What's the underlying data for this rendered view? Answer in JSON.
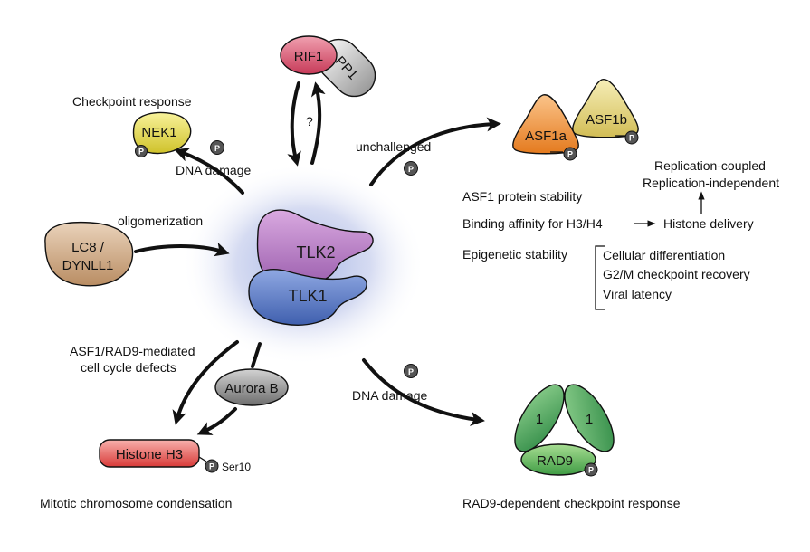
{
  "proteins": {
    "tlk2": "TLK2",
    "tlk1": "TLK1",
    "rif1": "RIF1",
    "pp1": "PP1",
    "nek1": "NEK1",
    "lc8_line1": "LC8 /",
    "lc8_line2": "DYNLL1",
    "asf1a": "ASF1a",
    "asf1b": "ASF1b",
    "aurora_b": "Aurora B",
    "histone_h3": "Histone H3",
    "rad9": "RAD9",
    "rad9_sub_left": "1",
    "rad9_sub_right": "1"
  },
  "phospho_label": "P",
  "labels": {
    "checkpoint_response": "Checkpoint response",
    "dna_damage_nek1": "DNA damage",
    "question": "?",
    "unchallenged": "unchallenged",
    "oligomerization": "oligomerization",
    "asf1_stability": "ASF1 protein stability",
    "binding_affinity": "Binding affinity for H3/H4",
    "histone_delivery": "Histone delivery",
    "replication_coupled": "Replication-coupled",
    "replication_independent": "Replication-independent",
    "epigenetic_stability": "Epigenetic stability",
    "cellular_differentiation": "Cellular differentiation",
    "g2m_recovery": "G2/M checkpoint recovery",
    "viral_latency": "Viral latency",
    "asf1_rad9_line1": "ASF1/RAD9-mediated",
    "asf1_rad9_line2": "cell cycle defects",
    "ser10": "Ser10",
    "dna_damage_rad9": "DNA damage",
    "mitotic": "Mitotic chromosome condensation",
    "rad9_checkpoint": "RAD9-dependent checkpoint response"
  },
  "colors": {
    "tlk2": "#b57dc0",
    "tlk1": "#5f7fc4",
    "halo": "#b9c3e6",
    "rif1": "#d9506a",
    "pp1": "#c8c8c8",
    "nek1": "#e6dc48",
    "lc8": "#c9a582",
    "asf1a": "#f0963c",
    "asf1b": "#e6d67a",
    "aurora_b": "#8c8c8c",
    "histone_h3": "#e8504e",
    "rad9": "#5dbb5d",
    "phospho": "#555555"
  }
}
